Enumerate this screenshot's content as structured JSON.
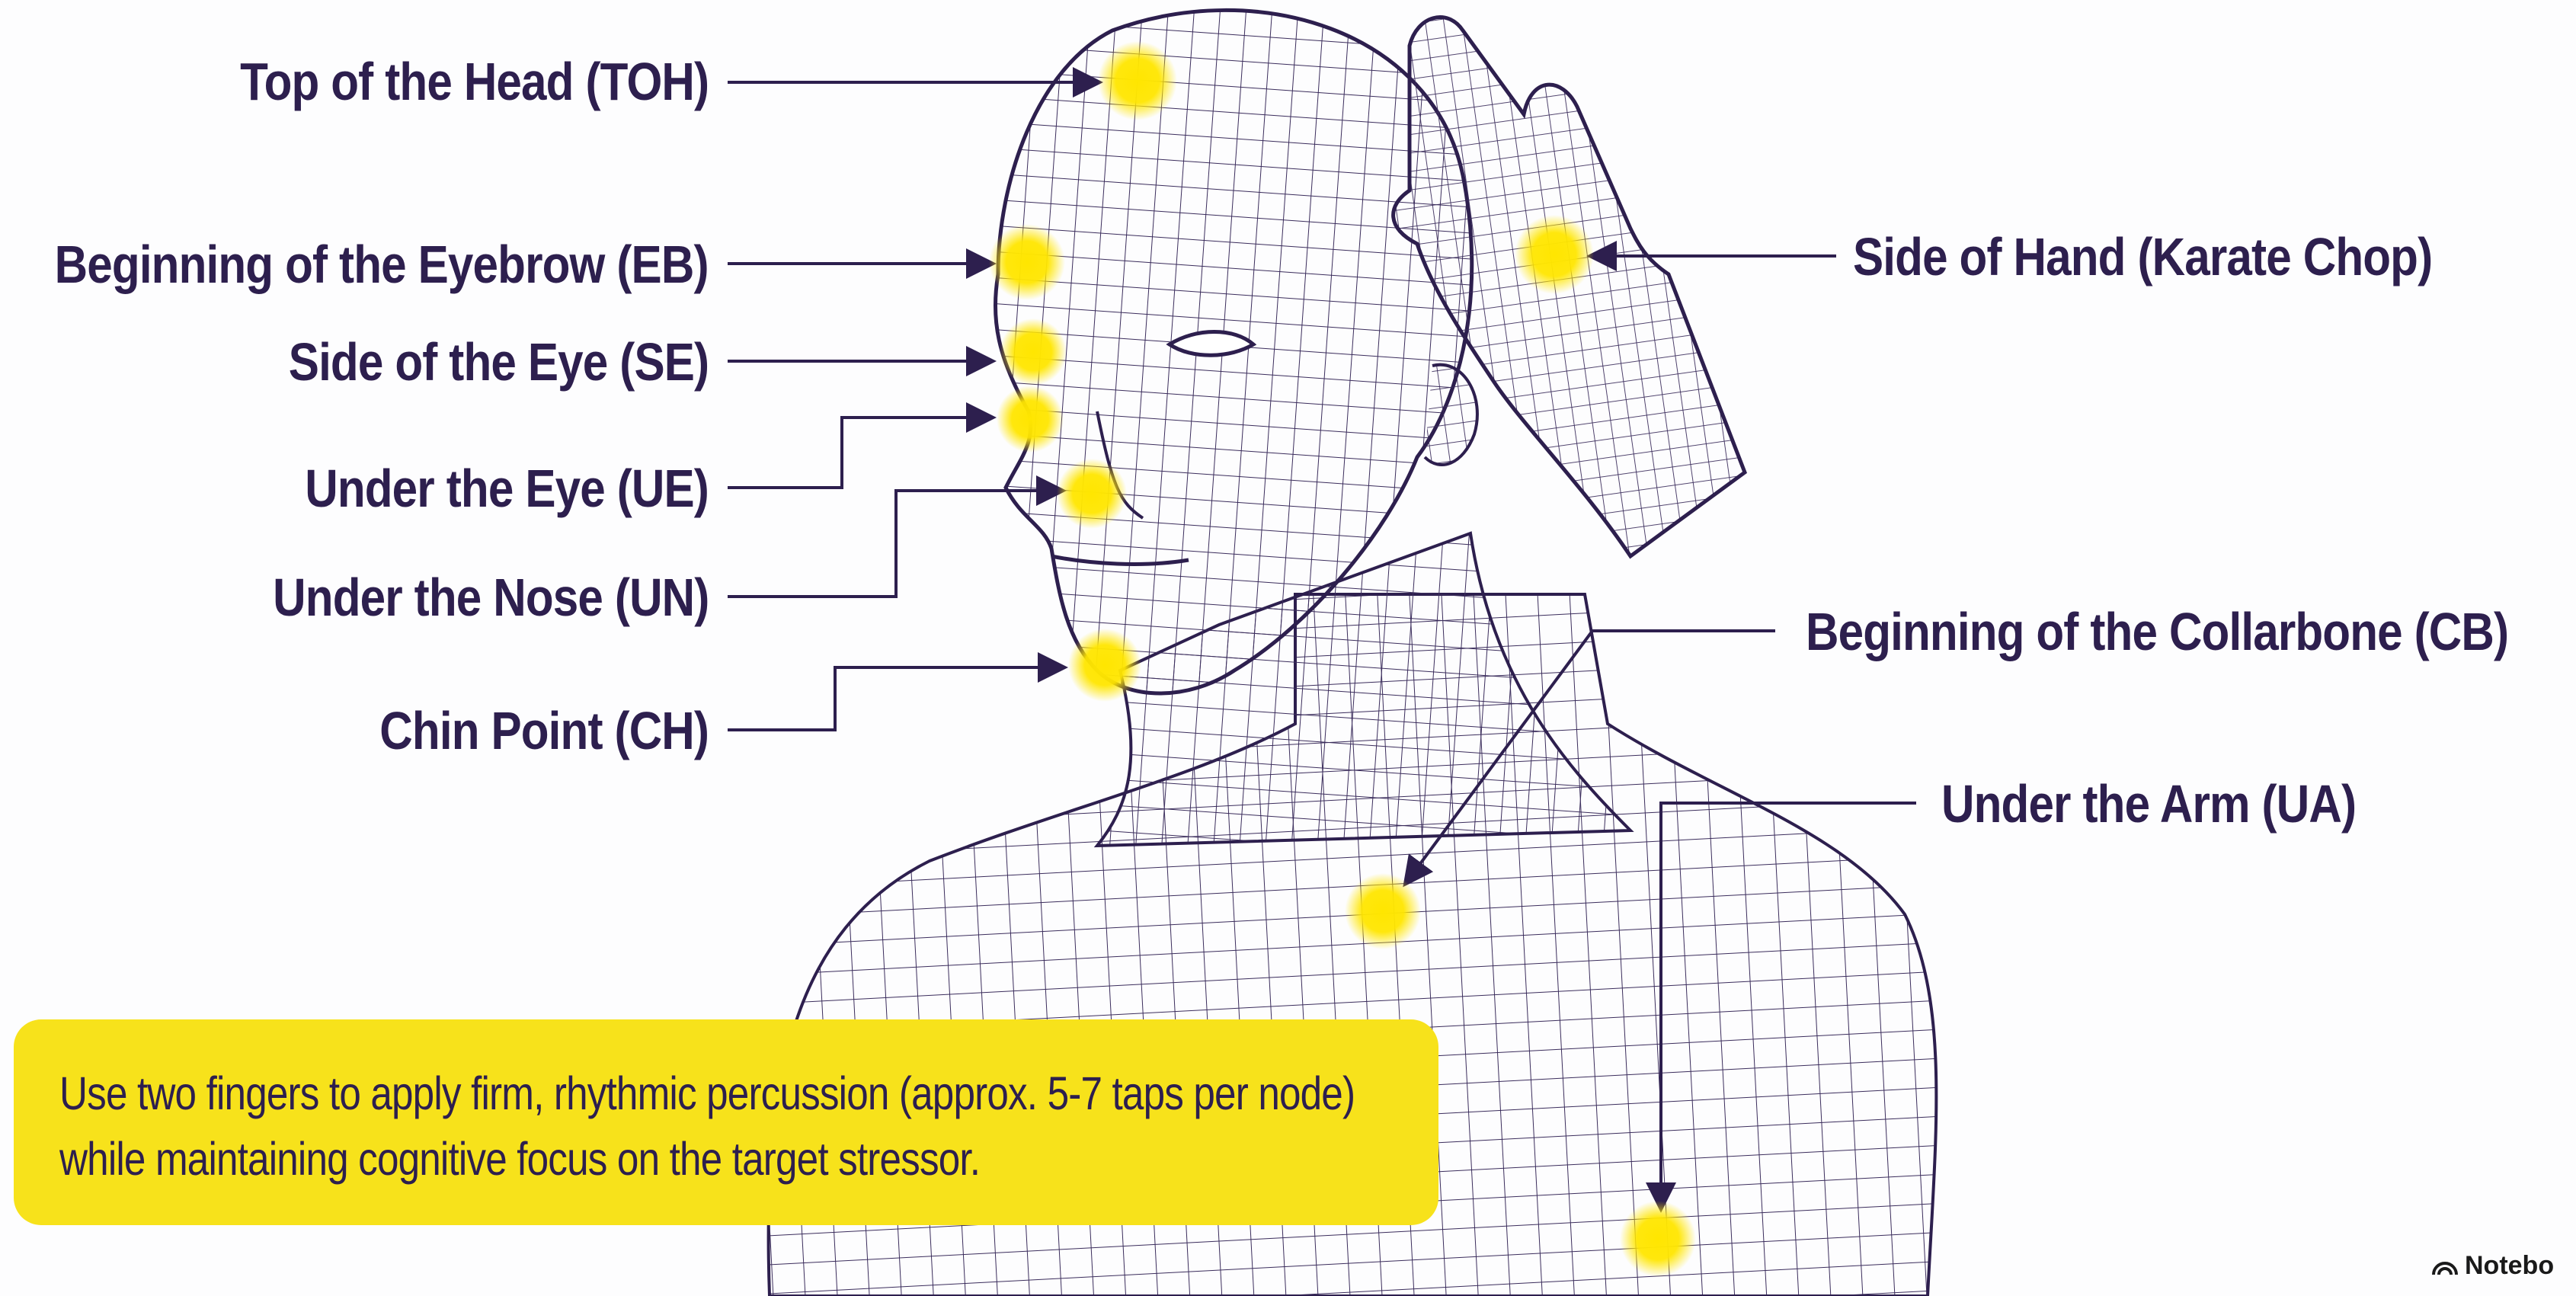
{
  "colors": {
    "ink": "#2d1f4e",
    "mesh": "#3b2d5c",
    "highlight": "#ffe600",
    "box": "#f7e21b",
    "background": "#fdfdfe"
  },
  "labels": {
    "toh": "Top of the Head (TOH)",
    "eb": "Beginning of the Eyebrow (EB)",
    "se": "Side of the Eye (SE)",
    "ue": "Under the Eye (UE)",
    "un": "Under the Nose (UN)",
    "ch": "Chin Point (CH)",
    "kc": "Side of Hand (Karate Chop)",
    "cb": "Beginning of the Collarbone (CB)",
    "ua": "Under the Arm (UA)"
  },
  "instruction": {
    "text": "Use two fingers to apply firm, rhythmic percussion (approx. 5-7 taps per node) while maintaining cognitive focus on the target stressor."
  },
  "watermark": {
    "text": "Notebo",
    "icon": "notebooklm-logo-icon"
  }
}
